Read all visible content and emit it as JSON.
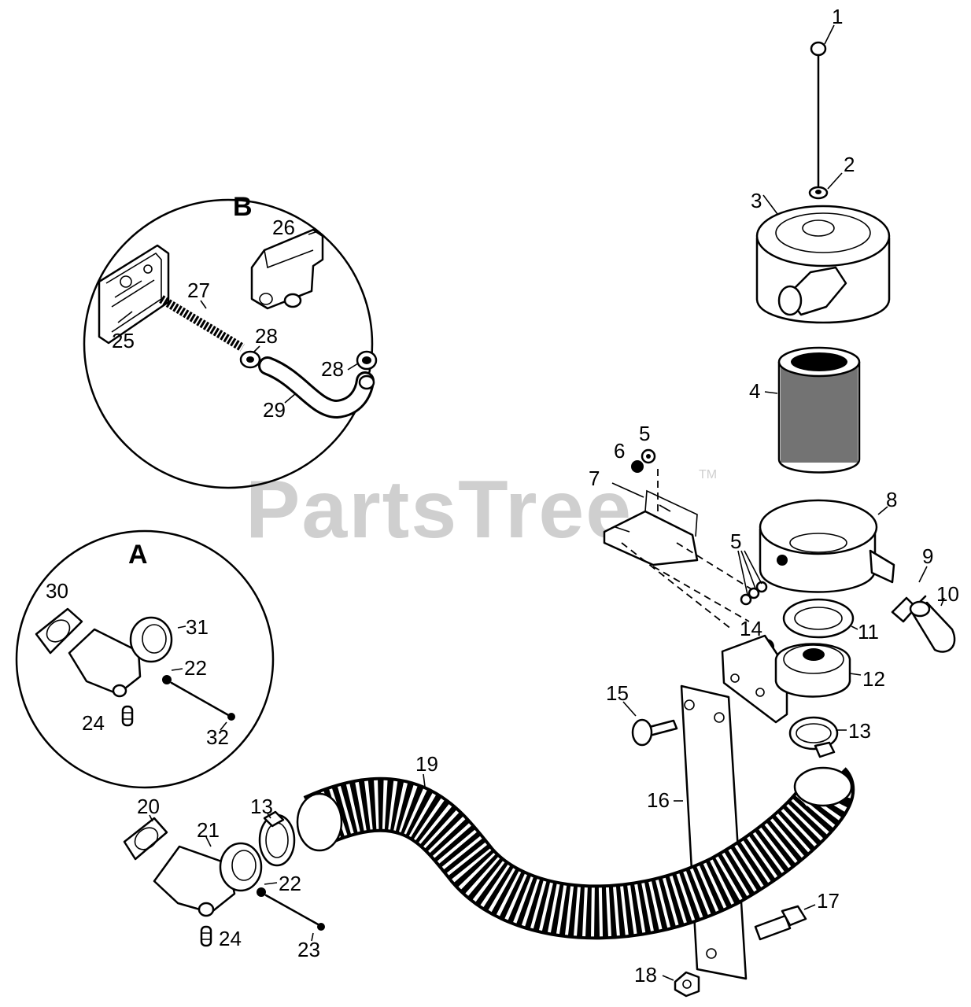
{
  "watermark": {
    "text": "PartsTree",
    "tm": "TM"
  },
  "insets": {
    "a_label": "A",
    "b_label": "B"
  },
  "callouts": {
    "c1": "1",
    "c2": "2",
    "c3": "3",
    "c4": "4",
    "c5a": "5",
    "c5b": "5",
    "c6": "6",
    "c7": "7",
    "c8": "8",
    "c9": "9",
    "c10": "10",
    "c11": "11",
    "c12": "12",
    "c13a": "13",
    "c13b": "13",
    "c14": "14",
    "c15": "15",
    "c16": "16",
    "c17": "17",
    "c18": "18",
    "c19": "19",
    "c20": "20",
    "c21": "21",
    "c22a": "22",
    "c22b": "22",
    "c23": "23",
    "c24a": "24",
    "c24b": "24",
    "c25": "25",
    "c26": "26",
    "c27": "27",
    "c28a": "28",
    "c28b": "28",
    "c29": "29",
    "c30": "30",
    "c31": "31",
    "c32": "32"
  }
}
